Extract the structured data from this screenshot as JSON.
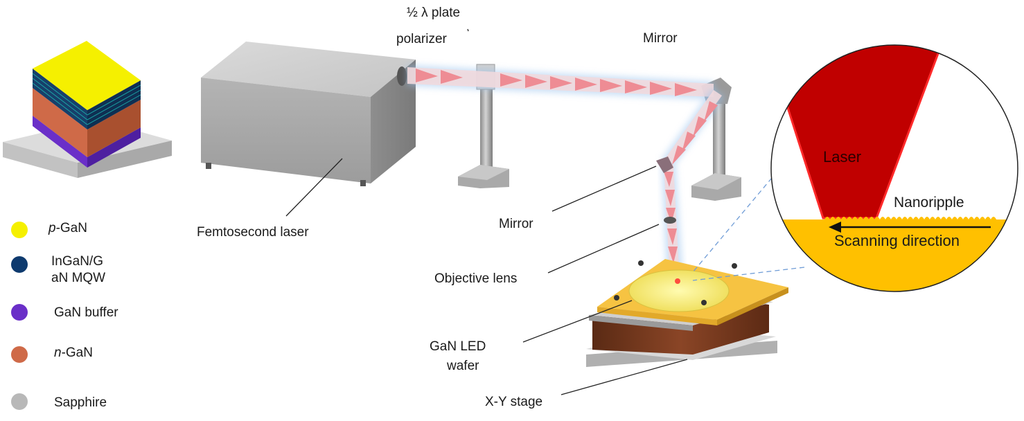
{
  "colors": {
    "p_gan": "#f5f000",
    "mqw": "#0e3a6e",
    "gan_buffer": "#6a2fc8",
    "n_gan": "#cf6a48",
    "sapphire": "#b8b8b8",
    "laser": "#c00000",
    "beam": "#f4a7a7",
    "wafer_plate": "#f6c342"
  },
  "legend": [
    {
      "prefix": "p",
      "label": "-GaN",
      "color_key": "p_gan",
      "icon": "yellow-dot"
    },
    {
      "prefix": "",
      "label": "InGaN/G aN MQW",
      "line1": "InGaN/G",
      "line2": "aN MQW",
      "color_key": "mqw",
      "icon": "navy-dot"
    },
    {
      "prefix": "",
      "label": "GaN buffer",
      "color_key": "gan_buffer",
      "icon": "purple-dot"
    },
    {
      "prefix": "n",
      "label": "-GaN",
      "color_key": "n_gan",
      "icon": "orange-dot"
    },
    {
      "prefix": "",
      "label": "Sapphire",
      "color_key": "sapphire",
      "icon": "gray-dot"
    }
  ],
  "labels": {
    "half_wave_plate": "½ λ plate",
    "polarizer": "polarizer",
    "mirror_top": "Mirror",
    "femtosecond_laser": "Femtosecond  laser",
    "mirror_mid": "Mirror",
    "objective_lens": "Objective lens",
    "wafer_line1": "GaN LED",
    "wafer_line2": "wafer",
    "stage": "X-Y stage"
  },
  "inset": {
    "laser": "Laser",
    "nanoripple": "Nanoripple",
    "scanning_direction": "Scanning direction"
  }
}
